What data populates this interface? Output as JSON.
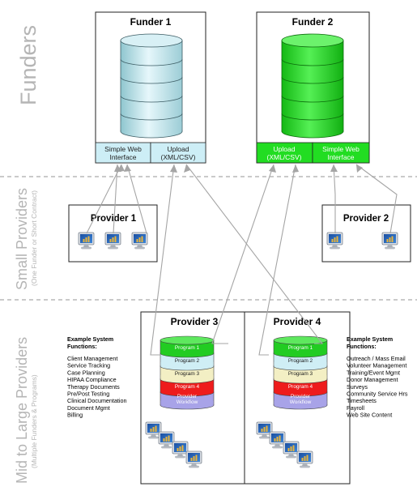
{
  "sections": {
    "funders": "Funders",
    "small_providers": "Small Providers",
    "small_providers_sub": "(One Funder or Short Contract)",
    "large_providers": "Mid to Large Providers",
    "large_providers_sub": "(Multiple Funders & Programs)"
  },
  "funder1": {
    "title": "Funder 1",
    "iface_line1": "Simple Web",
    "iface_line2": "Interface",
    "upload_line1": "Upload",
    "upload_line2": "(XML/CSV)",
    "color": "#bfe8f2"
  },
  "funder2": {
    "title": "Funder 2",
    "upload_line1": "Upload",
    "upload_line2": "(XML/CSV)",
    "iface_line1": "Simple Web",
    "iface_line2": "Interface",
    "color": "#1fd61f"
  },
  "provider1": {
    "title": "Provider 1"
  },
  "provider2": {
    "title": "Provider 2"
  },
  "provider3": {
    "title": "Provider 3",
    "stack": [
      "Program 1",
      "Program 2",
      "Program 3",
      "Program 4",
      "Provider",
      "Workflow"
    ]
  },
  "provider4": {
    "title": "Provider 4",
    "stack": [
      "Program 1",
      "Program 2",
      "Program 3",
      "Program 4",
      "Provider",
      "Workflow"
    ]
  },
  "left_functions": {
    "heading1": "Example System",
    "heading2": "Functions:",
    "items": [
      "Client Management",
      "Service Tracking",
      "Case Planning",
      "HIPAA Compliance",
      "Therapy Documents",
      "Pre/Post Testing",
      "Clinical Documentation",
      "Document Mgmt",
      "Billing"
    ]
  },
  "right_functions": {
    "heading1": "Example System",
    "heading2": "Functions:",
    "items": [
      "Outreach / Mass Email",
      "Volunteer Management",
      "Training/Event Mgmt",
      "Donor Management",
      "Surveys",
      "Community Service Hrs",
      "Timesheets",
      "Payroll",
      "Web Site Content"
    ]
  },
  "colors": {
    "program1": "#22cc22",
    "program2": "#cfeef5",
    "program3": "#f3efc4",
    "program4": "#ee1c1c",
    "workflow": "#a8a3e8",
    "section_text": "#b5b5b5"
  }
}
